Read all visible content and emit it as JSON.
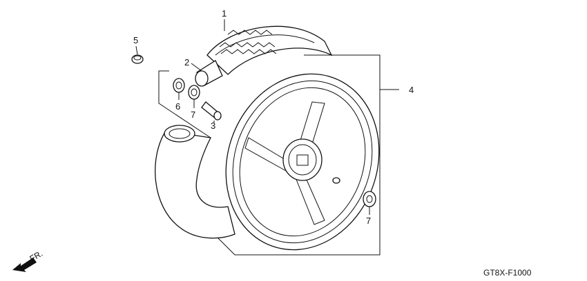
{
  "callouts": [
    {
      "id": "tire",
      "number": "1"
    },
    {
      "id": "tube",
      "number": "2"
    },
    {
      "id": "axle-collar",
      "number": "3"
    },
    {
      "id": "wheel",
      "number": "4"
    },
    {
      "id": "valve-nut",
      "number": "5"
    },
    {
      "id": "dust-seal",
      "number": "6"
    },
    {
      "id": "bearing-left",
      "number": "7"
    },
    {
      "id": "bearing-right",
      "number": "7"
    }
  ],
  "front_label": "FR.",
  "diagram_code": "GT8X-F1000"
}
